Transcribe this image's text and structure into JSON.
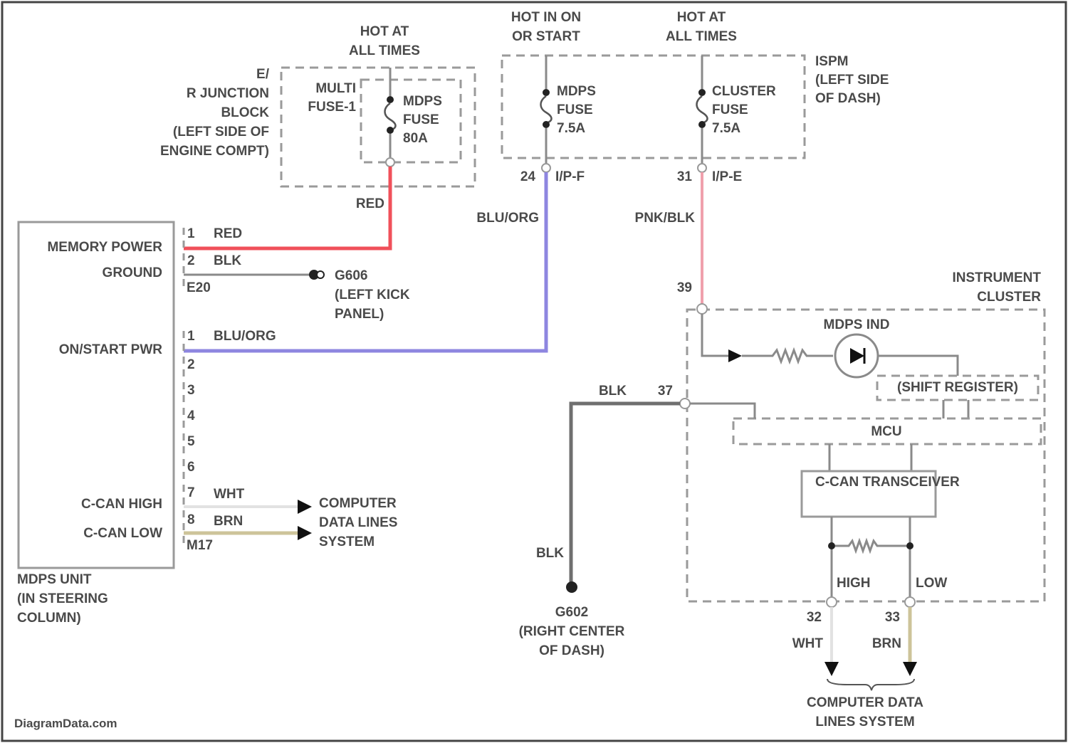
{
  "power": {
    "hot_at_all_times_1": [
      "HOT AT",
      "ALL TIMES"
    ],
    "hot_in_on_or_start": [
      "HOT IN ON",
      "OR START"
    ],
    "hot_at_all_times_2": [
      "HOT AT",
      "ALL TIMES"
    ]
  },
  "junction_block": {
    "label": [
      "E/",
      "R JUNCTION",
      "BLOCK",
      "(LEFT SIDE OF",
      "ENGINE COMPT)"
    ],
    "multi_fuse": [
      "MULTI",
      "FUSE-1"
    ],
    "mdps_fuse": [
      "MDPS",
      "FUSE",
      "80A"
    ],
    "wire_out": "RED"
  },
  "ijb": {
    "label": [
      "ISPM",
      "(LEFT SIDE",
      "OF DASH)"
    ],
    "mdps_fuse": [
      "MDPS",
      "FUSE",
      "7.5A"
    ],
    "cluster_fuse": [
      "CLUSTER",
      "FUSE",
      "7.5A"
    ],
    "pin_mdps": "24",
    "conn_mdps": "I/P-F",
    "pin_cluster": "31",
    "conn_cluster": "I/P-E",
    "wire_mdps": "BLU/ORG",
    "wire_cluster": "PNK/BLK"
  },
  "mdps_unit": {
    "name": [
      "MDPS UNIT",
      "(IN STEERING",
      "COLUMN)"
    ],
    "rows": [
      {
        "label": "MEMORY POWER",
        "pin": "1",
        "wire": "RED"
      },
      {
        "label": "GROUND",
        "pin": "2",
        "wire": "BLK"
      },
      {
        "label": "ON/START PWR",
        "pin": "1",
        "wire": "BLU/ORG"
      },
      {
        "label": "",
        "pin": "2",
        "wire": ""
      },
      {
        "label": "",
        "pin": "3",
        "wire": ""
      },
      {
        "label": "",
        "pin": "4",
        "wire": ""
      },
      {
        "label": "",
        "pin": "5",
        "wire": ""
      },
      {
        "label": "",
        "pin": "6",
        "wire": ""
      },
      {
        "label": "C-CAN HIGH",
        "pin": "7",
        "wire": "WHT"
      },
      {
        "label": "C-CAN LOW",
        "pin": "8",
        "wire": "BRN"
      }
    ],
    "connector_1": "E20",
    "connector_2": "M17"
  },
  "ground_g": {
    "name": "G606",
    "location": [
      "(LEFT KICK",
      "PANEL)"
    ]
  },
  "ground_g2": {
    "name": "G602",
    "location": [
      "(RIGHT CENTER",
      "OF DASH)"
    ],
    "wire": "BLK"
  },
  "cdl_left": [
    "COMPUTER",
    "DATA LINES",
    "SYSTEM"
  ],
  "cluster": {
    "name": [
      "INSTRUMENT",
      "CLUSTER"
    ],
    "pin_power": "39",
    "indicator": "MDPS IND",
    "shift_register": "(SHIFT REGISTER)",
    "mcu": "MCU",
    "transceiver": "C-CAN TRANSCEIVER",
    "pin_ground": "37",
    "ground_wire": "BLK",
    "high": "HIGH",
    "low": "LOW",
    "pin_high": "32",
    "pin_low": "33",
    "wire_high": "WHT",
    "wire_low": "BRN"
  },
  "cdl_right": [
    "COMPUTER DATA",
    "LINES SYSTEM"
  ],
  "watermark": "DiagramData.com"
}
